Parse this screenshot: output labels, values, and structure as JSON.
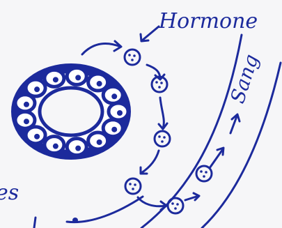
{
  "labels": {
    "hormone": "Hormone",
    "sang": "Sang",
    "left_partial": "es"
  },
  "colors": {
    "ink": "#1c2a9c",
    "paper": "#f6f6f8",
    "cell_fill": "#ffffff"
  },
  "icons": {
    "gland": "endocrine-gland",
    "hormone_particle": "hormone-molecule",
    "vessel": "blood-vessel"
  }
}
